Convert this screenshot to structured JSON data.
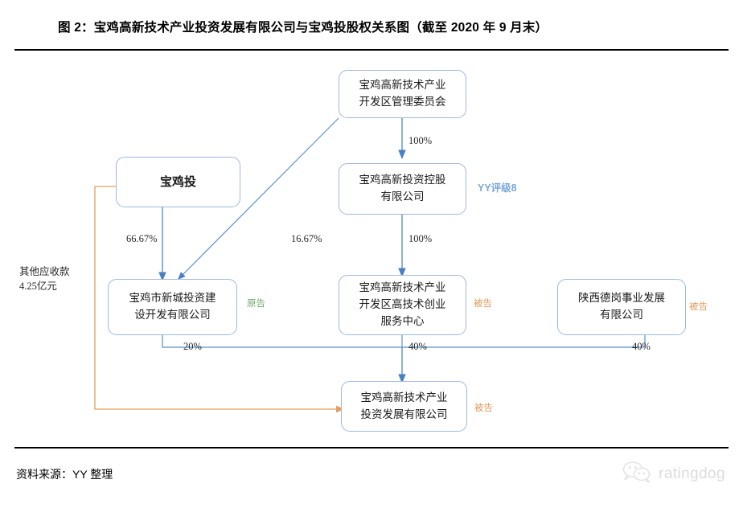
{
  "header": {
    "title": "图 2：宝鸡高新技术产业投资发展有限公司与宝鸡投股权关系图（截至 2020 年 9 月末）"
  },
  "chart_data": {
    "type": "diagram",
    "title": "图 2：宝鸡高新技术产业投资发展有限公司与宝鸡投股权关系图（截至 2020 年 9 月末）",
    "nodes": [
      {
        "id": "mgmt",
        "label": "宝鸡高新技术产业\n开发区管理委员会"
      },
      {
        "id": "baojitou",
        "label": "宝鸡投"
      },
      {
        "id": "holding",
        "label": "宝鸡高新投资控股\n有限公司"
      },
      {
        "id": "xincheng",
        "label": "宝鸡市新城投资建\n设开发有限公司"
      },
      {
        "id": "incubator",
        "label": "宝鸡高新技术产业\n开发区高技术创业\n服务中心"
      },
      {
        "id": "degang",
        "label": "陕西德岗事业发展\n有限公司"
      },
      {
        "id": "target",
        "label": "宝鸡高新技术产业\n投资发展有限公司"
      }
    ],
    "edges": [
      {
        "from": "mgmt",
        "to": "holding",
        "label": "100%"
      },
      {
        "from": "mgmt",
        "to": "xincheng",
        "label": "16.67%"
      },
      {
        "from": "baojitou",
        "to": "xincheng",
        "label": "66.67%"
      },
      {
        "from": "holding",
        "to": "incubator",
        "label": "100%"
      },
      {
        "from": "xincheng",
        "to": "target",
        "label": "20%"
      },
      {
        "from": "incubator",
        "to": "target",
        "label": "40%"
      },
      {
        "from": "degang",
        "to": "target",
        "label": "40%"
      },
      {
        "from": "target",
        "to": "baojitou",
        "label": "其他应收款\n4.25亿元",
        "style": "orange"
      }
    ],
    "annotations": [
      {
        "node": "holding",
        "text": "YY评级8",
        "color": "#7aa6d8"
      },
      {
        "node": "xincheng",
        "text": "原告",
        "color": "#6fa96f"
      },
      {
        "node": "incubator",
        "text": "被告",
        "color": "#e39a5c"
      },
      {
        "node": "degang",
        "text": "被告",
        "color": "#e39a5c"
      },
      {
        "node": "target",
        "text": "被告",
        "color": "#e39a5c"
      }
    ],
    "colors": {
      "edge_blue": "#5b8fd0",
      "box_border": "#9fb8dd",
      "edge_orange": "#e3a05c"
    }
  },
  "nodes": {
    "mgmt": {
      "line1": "宝鸡高新技术产业",
      "line2": "开发区管理委员会"
    },
    "baojitou": {
      "line1": "宝鸡投"
    },
    "holding": {
      "line1": "宝鸡高新投资控股",
      "line2": "有限公司"
    },
    "xincheng": {
      "line1": "宝鸡市新城投资建",
      "line2": "设开发有限公司"
    },
    "incubator": {
      "line1": "宝鸡高新技术产业",
      "line2": "开发区高技术创业",
      "line3": "服务中心"
    },
    "degang": {
      "line1": "陕西德岗事业发展",
      "line2": "有限公司"
    },
    "target": {
      "line1": "宝鸡高新技术产业",
      "line2": "投资发展有限公司"
    }
  },
  "edge_labels": {
    "mgmt_holding": "100%",
    "mgmt_xincheng": "16.67%",
    "baojitou_xincheng": "66.67%",
    "holding_incubator": "100%",
    "xincheng_target": "20%",
    "incubator_target": "40%",
    "degang_target": "40%"
  },
  "annotations": {
    "rating": "YY评级8",
    "plaintiff": "原告",
    "defendant_incubator": "被告",
    "defendant_degang": "被告",
    "defendant_target": "被告",
    "receivable_line1": "其他应收款",
    "receivable_line2": "4.25亿元"
  },
  "footer": {
    "source": "资料来源：YY 整理",
    "watermark": "ratingdog"
  }
}
